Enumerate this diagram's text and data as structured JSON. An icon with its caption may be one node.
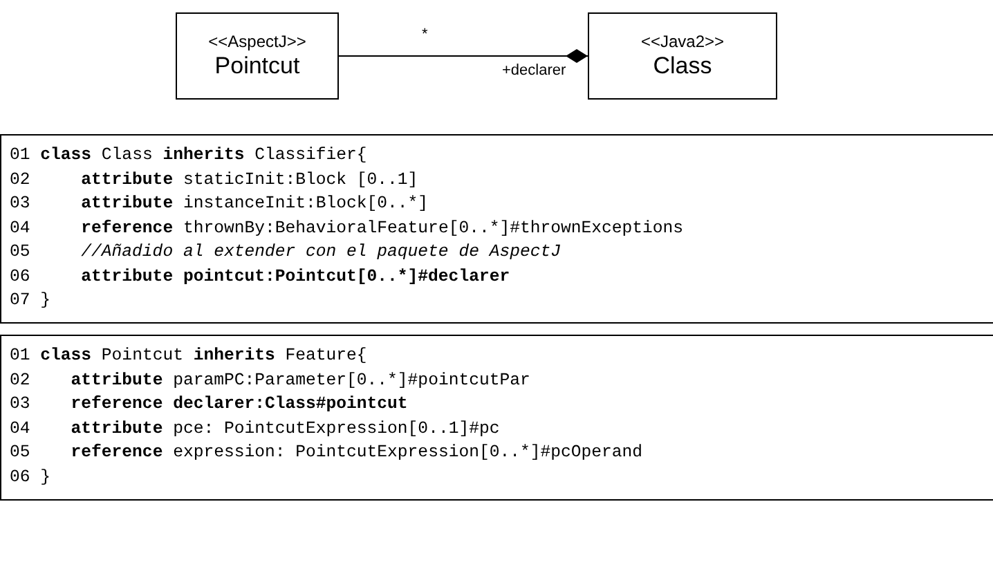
{
  "diagram": {
    "nodes": [
      {
        "text": [
          "<<AspectJ>>",
          "Pointcut"
        ]
      },
      {
        "text": [
          "<<Java2>>",
          "Class"
        ]
      },
      {
        "text": [
          "01 **class** Class **inherits** Classifier{",
          "02     **attribute** staticInit:Block [0..1]",
          "03     **attribute** instanceInit:Block[0..*]",
          "04     **reference** thrownBy:BehavioralFeature[0..*]#thrownExceptions",
          "05     *//Añadido al extender con el paquete de AspectJ*",
          "06     **attribute pointcut:Pointcut[0..*]#declarer**",
          "07 }"
        ]
      },
      {
        "text": [
          "01 **class** Pointcut **inherits** Feature{",
          "02    **attribute** paramPC:Parameter[0..*]#pointcutPar",
          "03    **reference declarer:Class#pointcut**",
          "04    **attribute** pce: PointcutExpression[0..1]#pc",
          "05    **reference** expression: PointcutExpression[0..*]#pcOperand",
          "06 }"
        ]
      }
    ],
    "edges": [
      {
        "from": 0,
        "to": 1,
        "arrow": "other"
      }
    ],
    "labels": [
      "*",
      "+declarer"
    ]
  }
}
